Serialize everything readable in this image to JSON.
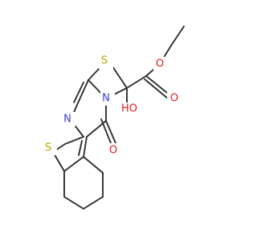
{
  "molecule": {
    "atom_labels": [
      {
        "id": "S_thiazolidine",
        "text": "S",
        "color": "#b5a800"
      },
      {
        "id": "S_thiophene",
        "text": "S",
        "color": "#b5a800"
      },
      {
        "id": "N_imine",
        "text": "N",
        "color": "#3a3ae0"
      },
      {
        "id": "N_bridge",
        "text": "N",
        "color": "#3a3ae0"
      },
      {
        "id": "O_ketone",
        "text": "O",
        "color": "#e01f1f"
      },
      {
        "id": "O_ester_carbonyl",
        "text": "O",
        "color": "#e01f1f"
      },
      {
        "id": "O_ester_ether",
        "text": "O",
        "color": "#e01f1f"
      },
      {
        "id": "OH_hydroxy",
        "text": "HO",
        "color": "#e01f1f"
      }
    ]
  }
}
